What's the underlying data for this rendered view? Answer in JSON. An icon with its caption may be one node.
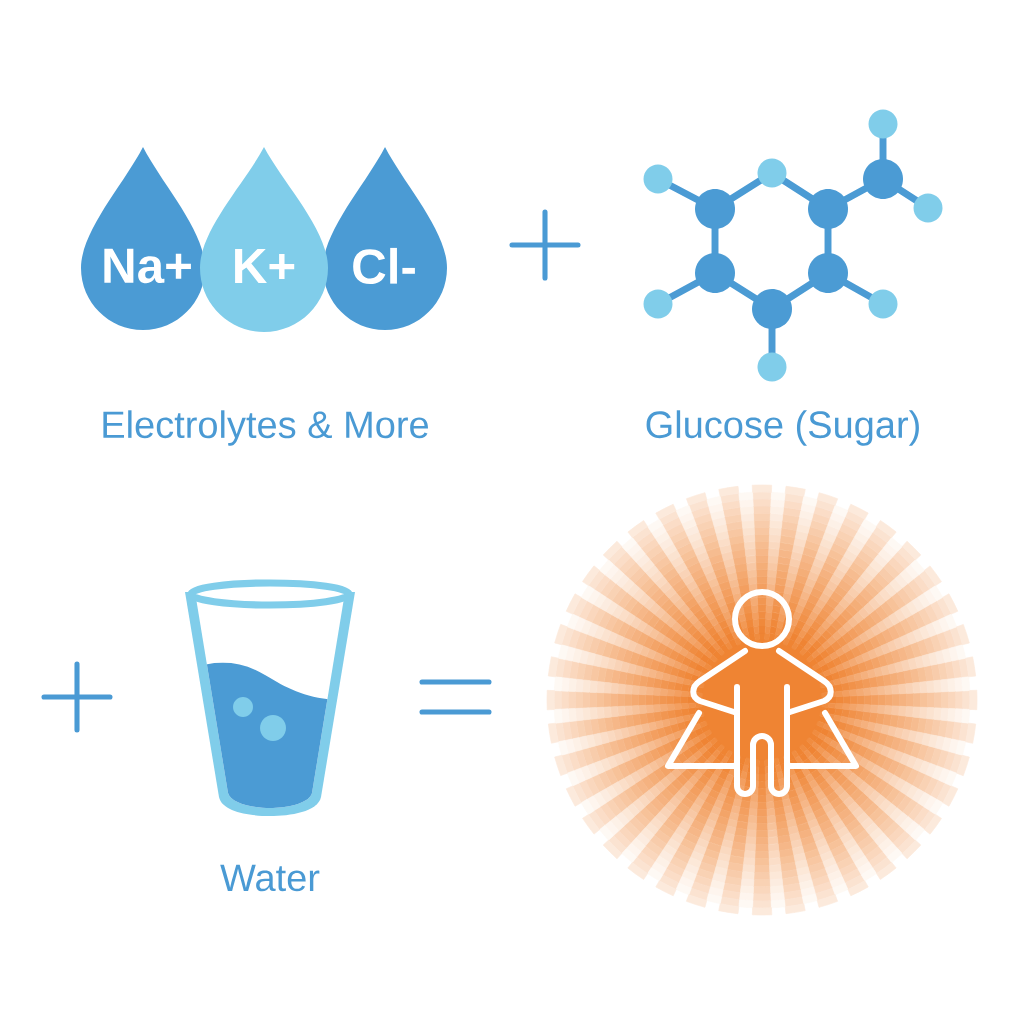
{
  "diagram": {
    "nodes": [
      {
        "text": [
          "Na+"
        ]
      },
      {
        "text": [
          "K+"
        ]
      },
      {
        "text": [
          "Cl-"
        ]
      }
    ],
    "labels": [
      "Electrolytes & More",
      "Glucose (Sugar)",
      "Water"
    ]
  }
}
